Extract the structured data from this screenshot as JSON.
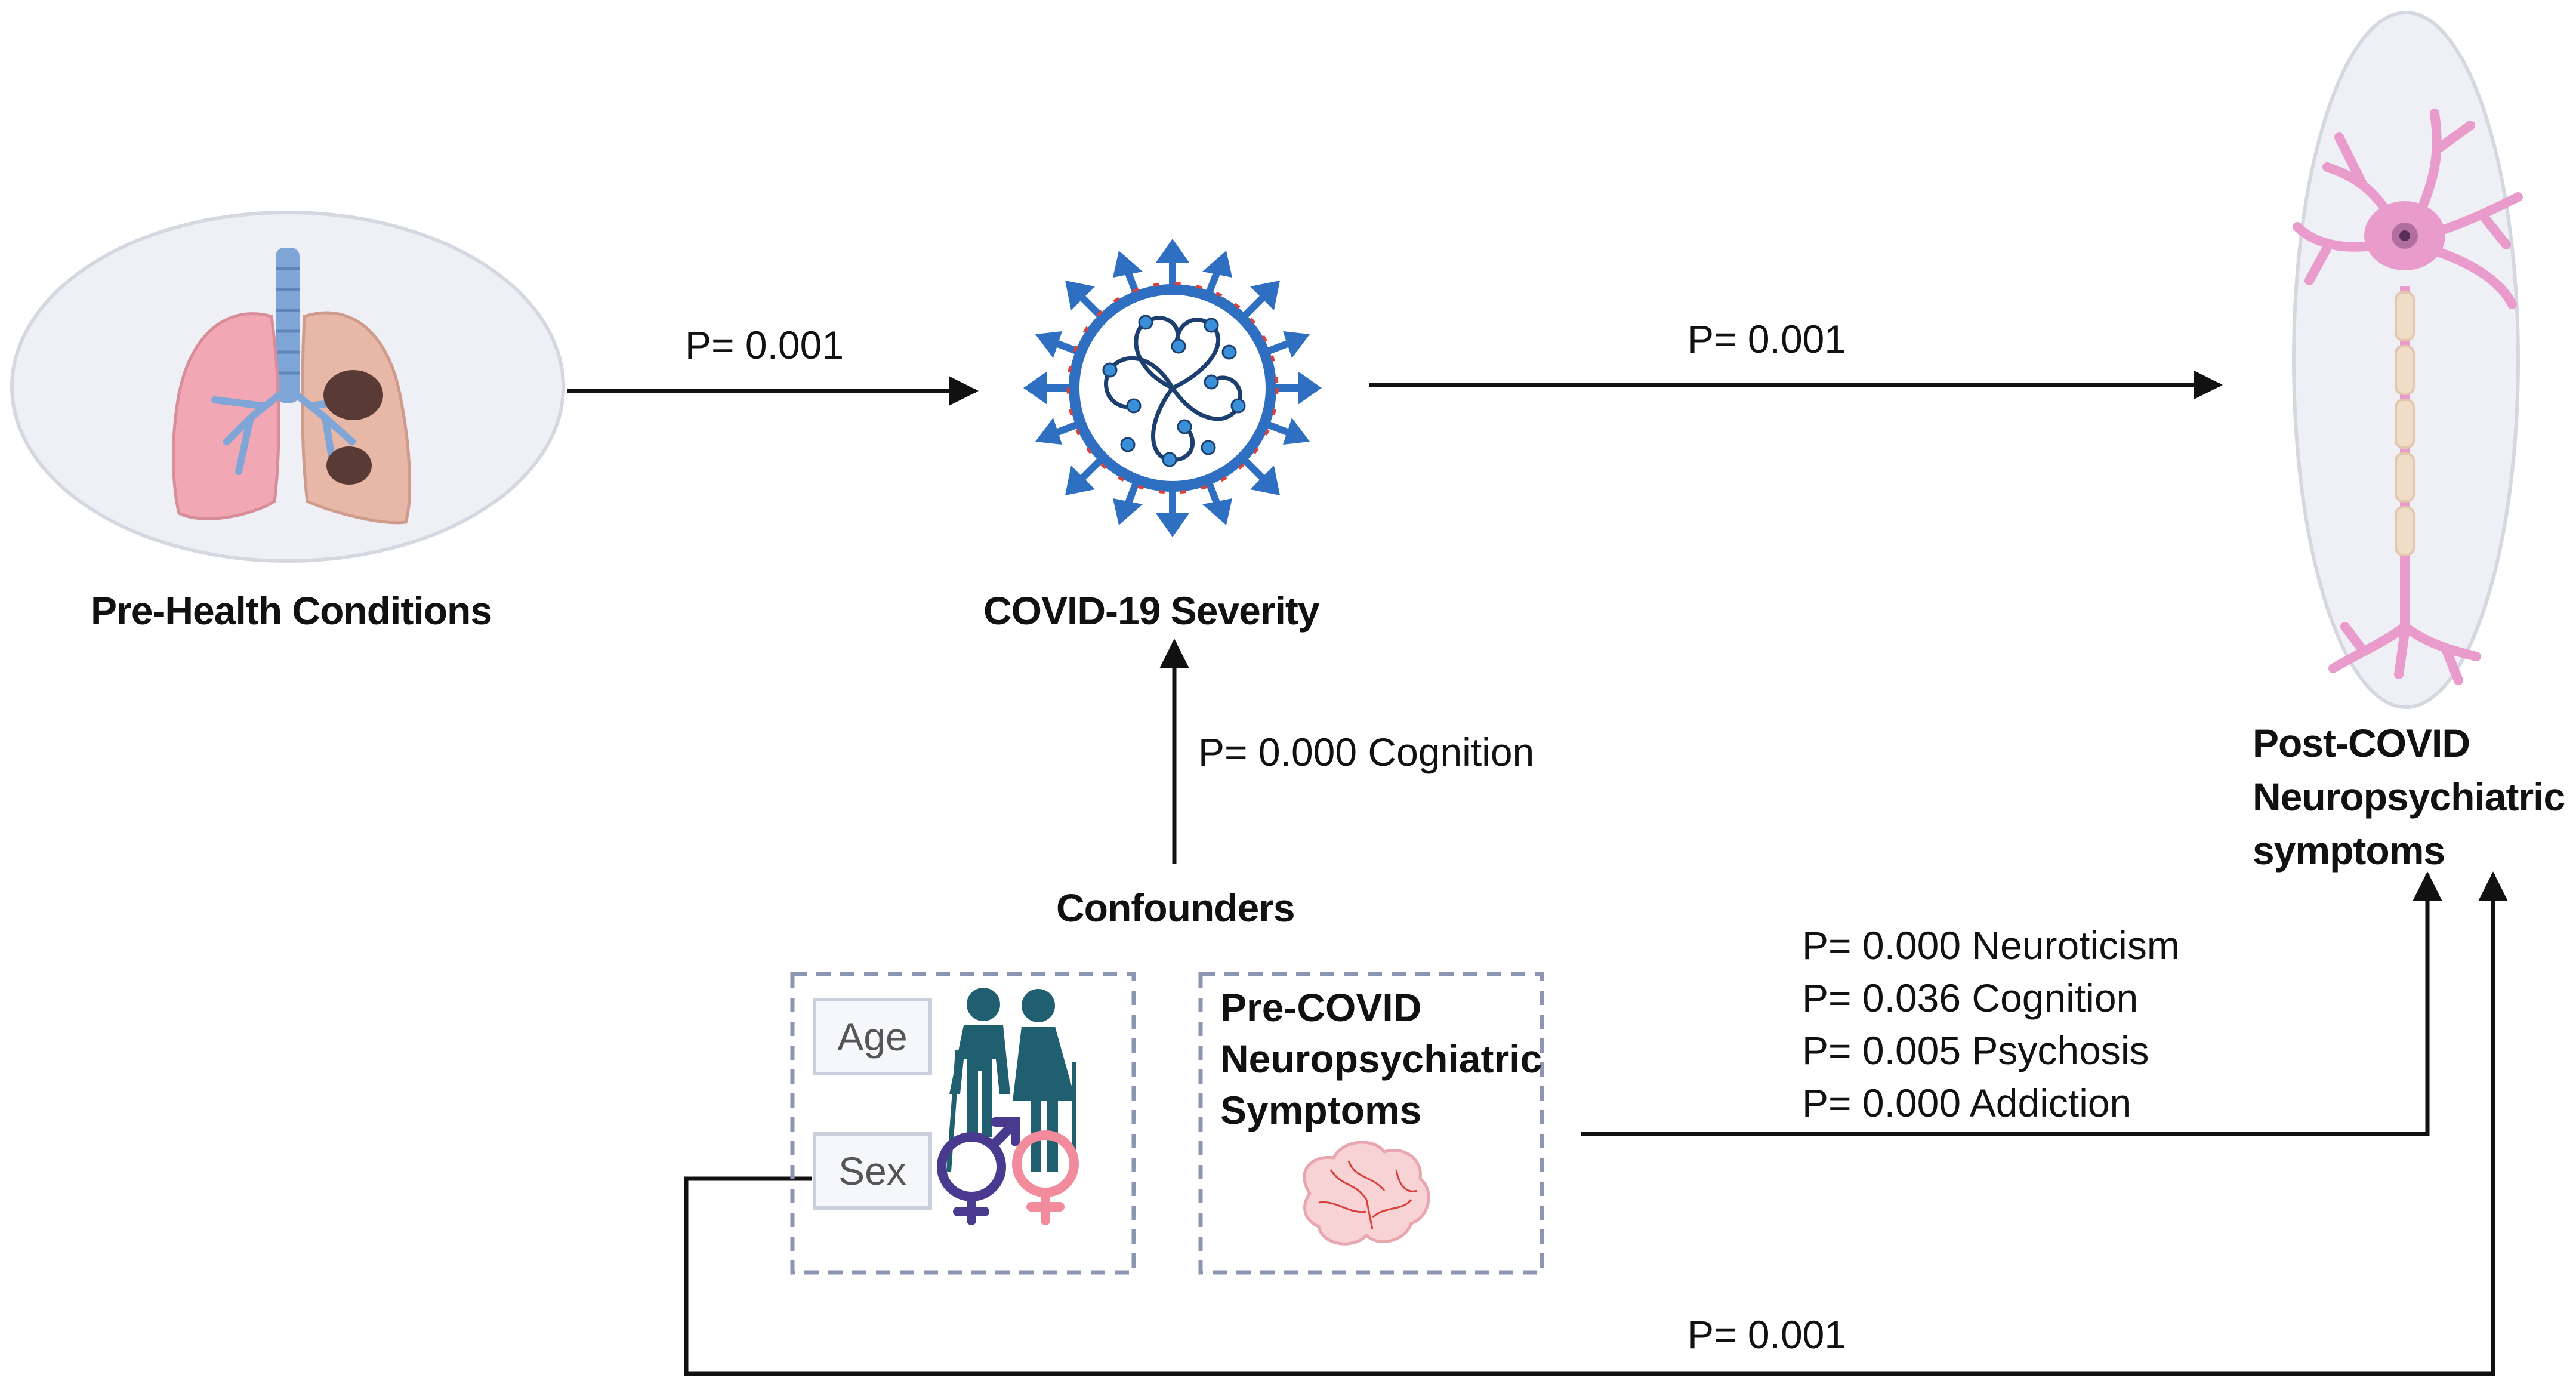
{
  "nodes": {
    "pre_health": "Pre-Health Conditions",
    "covid_severity": "COVID-19 Severity",
    "post_covid": [
      "Post-COVID",
      "Neuropsychiatric",
      "symptoms"
    ],
    "confounders": "Confounders",
    "pre_covid": [
      "Pre-COVID",
      "Neuropsychiatric",
      "Symptoms"
    ]
  },
  "confounder_tags": {
    "age": "Age",
    "sex": "Sex"
  },
  "edges": {
    "pre_health_to_severity": "P= 0.001",
    "severity_to_post": "P= 0.001",
    "confounders_to_severity": "P= 0.000 Cognition",
    "pre_covid_to_post": [
      "P= 0.000 Neuroticism",
      "P= 0.036 Cognition",
      "P= 0.005 Psychosis",
      "P= 0.000 Addiction"
    ],
    "sex_to_post": "P= 0.001"
  },
  "colors": {
    "lung_pink": "#f2a7b4",
    "lung_dark": "#5a3a35",
    "trachea_blue": "#7fa6d6",
    "virus_blue": "#2f6fc2",
    "virus_spike_red": "#d9413a",
    "neuron_pink": "#e99ccb",
    "myelin": "#f1dcc8",
    "elderly_teal": "#1f5f6f",
    "male_purple": "#4a3a8f",
    "female_pink": "#f28b9b",
    "dashed_box": "#8a96b2",
    "ellipse_fill": "#eef0f5",
    "ellipse_stroke": "#d5d8e0"
  },
  "icons": [
    "lungs-icon",
    "virus-icon",
    "neuron-icon",
    "elderly-couple-icon",
    "male-symbol-icon",
    "female-symbol-icon",
    "brain-icon"
  ]
}
